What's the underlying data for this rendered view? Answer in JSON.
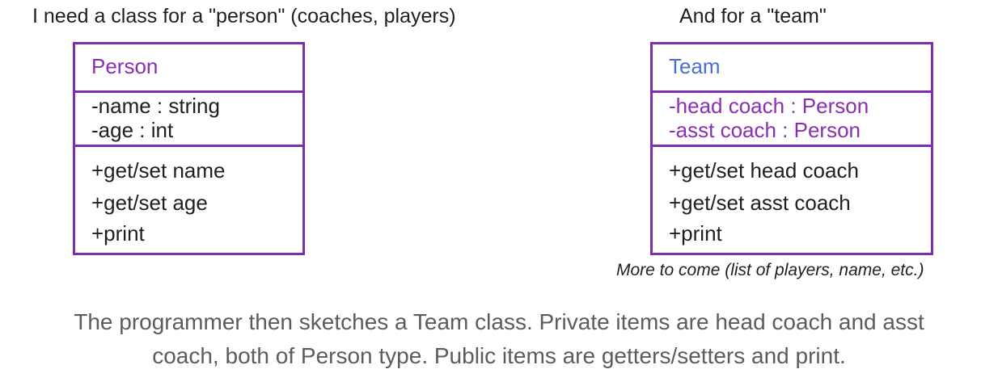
{
  "headings": {
    "left": "I need a class for a \"person\" (coaches, players)",
    "right": "And for a \"team\""
  },
  "person_class": {
    "name": "Person",
    "attributes": [
      "-name : string",
      "-age : int"
    ],
    "methods": [
      "+get/set name",
      "+get/set age",
      "+print"
    ]
  },
  "team_class": {
    "name": "Team",
    "attributes": [
      "-head coach : Person",
      "-asst coach : Person"
    ],
    "methods": [
      "+get/set head coach",
      "+get/set asst coach",
      "+print"
    ]
  },
  "note": "More to come (list of players, name, etc.)",
  "caption": {
    "line1": "The programmer then sketches a Team class. Private items are head coach and asst",
    "line2": "coach, both of Person type. Public items are getters/setters and print."
  },
  "colors": {
    "box_border": "#7b2fb0",
    "person_name": "#8a2fb5",
    "team_name": "#4a6fd0",
    "team_attributes": "#8a2fb5",
    "caption": "#5c5c5c"
  }
}
